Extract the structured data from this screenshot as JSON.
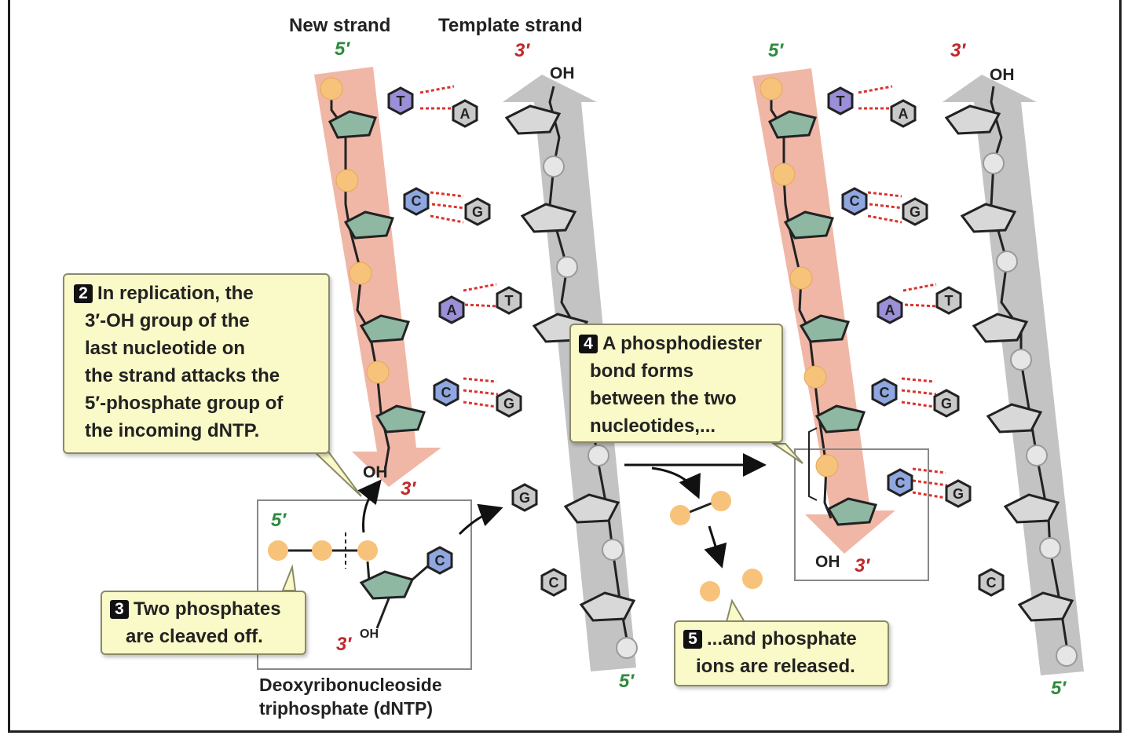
{
  "labels": {
    "new_strand": "New strand",
    "template_strand": "Template strand",
    "five_prime": "5′",
    "three_prime": "3′",
    "oh": "OH",
    "dntp_line1": "Deoxyribonucleoside",
    "dntp_line2": "triphosphate (dNTP)"
  },
  "bases": {
    "left_new": [
      "T",
      "C",
      "A",
      "C"
    ],
    "left_template": [
      "A",
      "G",
      "T",
      "G"
    ],
    "incoming_new": "C",
    "incoming_template": "G",
    "left_lower_template": "C",
    "right_new": [
      "T",
      "C",
      "A",
      "C",
      "C"
    ],
    "right_template": [
      "A",
      "G",
      "T",
      "G",
      "G"
    ],
    "right_lower_template": "C"
  },
  "callouts": {
    "step2": {
      "num": "2",
      "lines": [
        "In replication, the",
        "3′-OH group of the",
        "last nucleotide on",
        "the strand attacks the",
        "5′-phosphate group of",
        "the incoming dNTP."
      ]
    },
    "step3": {
      "num": "3",
      "lines": [
        "Two phosphates",
        "are cleaved off."
      ]
    },
    "step4": {
      "num": "4",
      "lines": [
        "A phosphodiester",
        "bond forms",
        "between the two",
        "nucleotides,..."
      ]
    },
    "step5": {
      "num": "5",
      "lines": [
        "...and phosphate",
        "ions are released."
      ]
    }
  },
  "colors": {
    "new_strand_arrow": "#f0b7a6",
    "template_strand_arrow": "#c3c3c3",
    "phosphate_new": "#f7c27a",
    "phosphate_template": "#e6e6e6",
    "sugar": "#8fb8a3",
    "base_purine_new": "#9b8fd8",
    "base_pyrimidine_new": "#8fa6e0",
    "base_template": "#c9c9c9",
    "hbond": "#d9332e",
    "callout_fill": "#fafac8"
  }
}
